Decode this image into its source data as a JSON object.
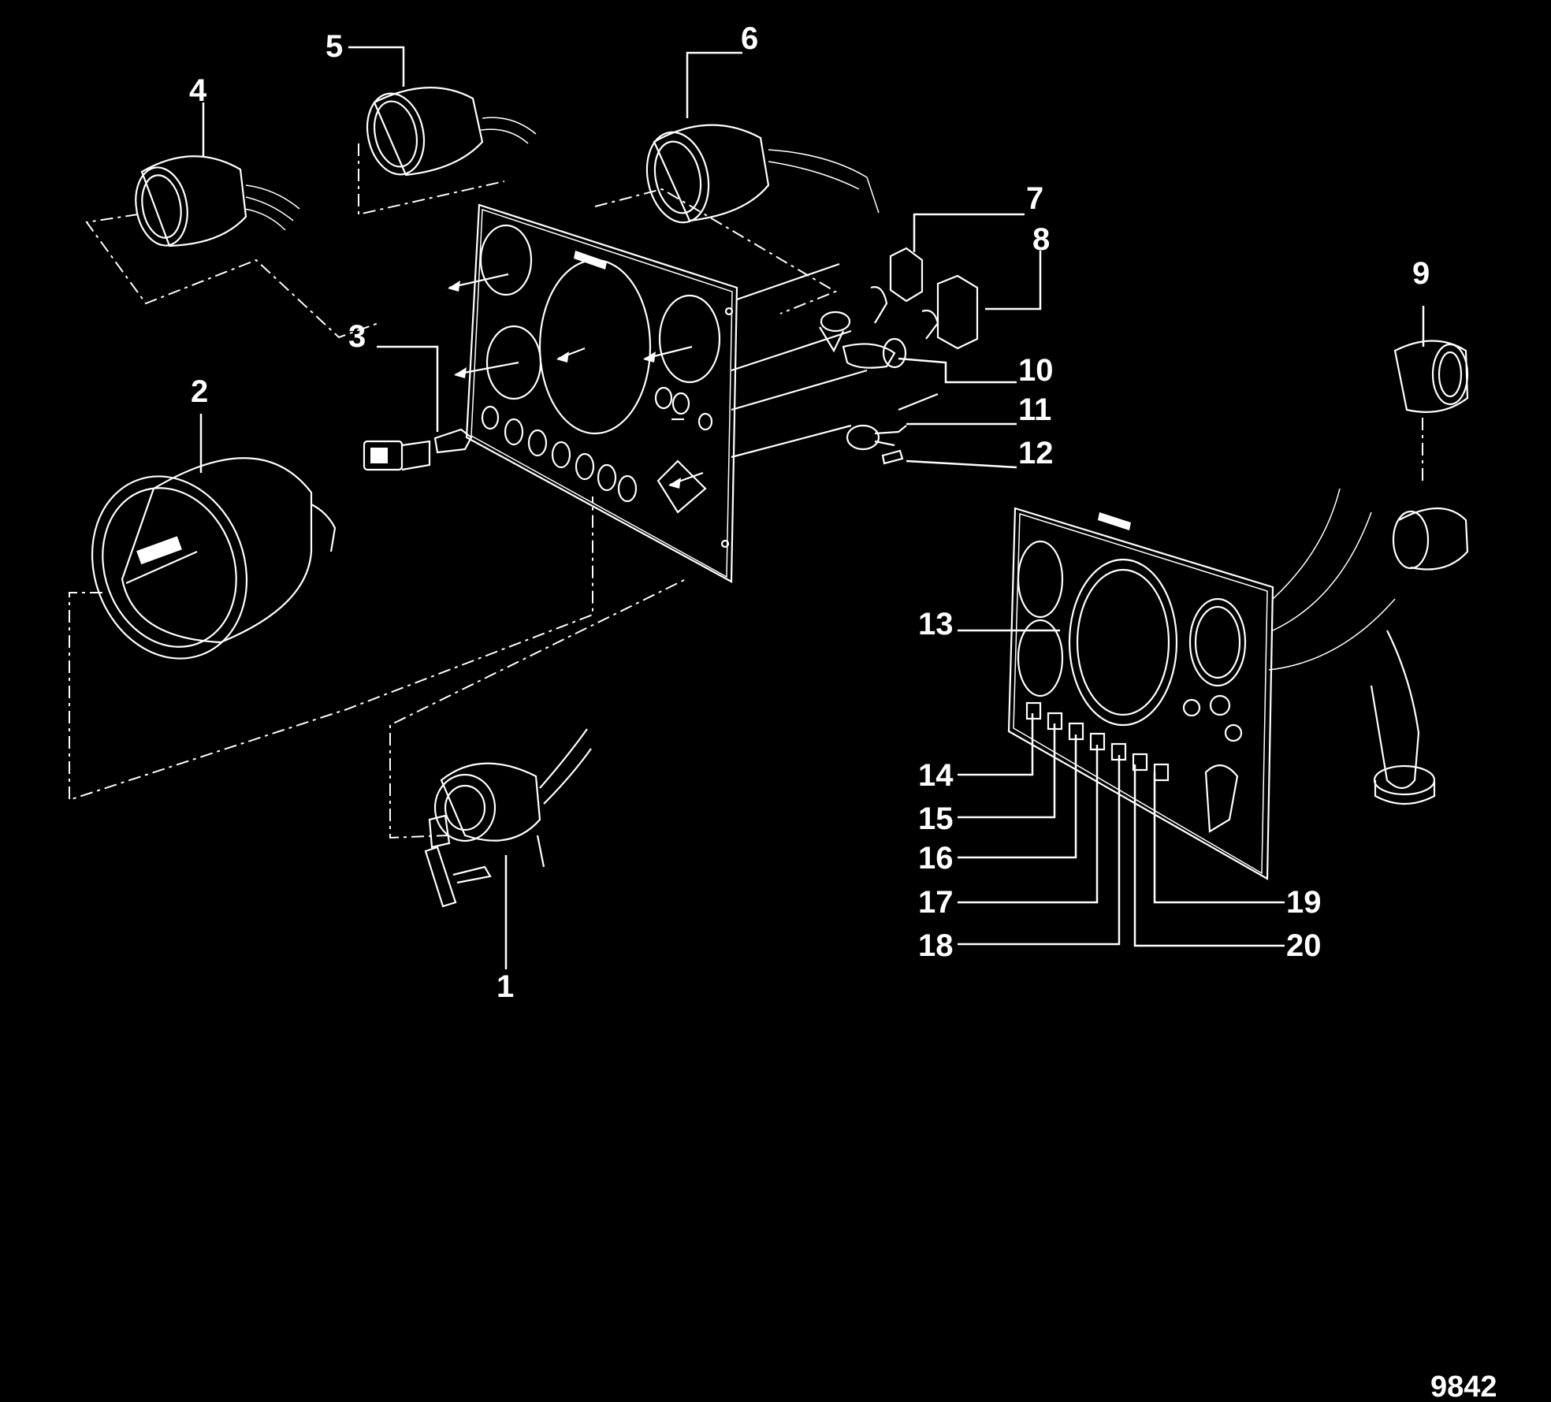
{
  "figure": {
    "id": "9842"
  },
  "callouts": [
    {
      "id": "1",
      "label": "1"
    },
    {
      "id": "2",
      "label": "2"
    },
    {
      "id": "3",
      "label": "3"
    },
    {
      "id": "4",
      "label": "4"
    },
    {
      "id": "5",
      "label": "5"
    },
    {
      "id": "6",
      "label": "6"
    },
    {
      "id": "7",
      "label": "7"
    },
    {
      "id": "8",
      "label": "8"
    },
    {
      "id": "9",
      "label": "9"
    },
    {
      "id": "10",
      "label": "10"
    },
    {
      "id": "11",
      "label": "11"
    },
    {
      "id": "12",
      "label": "12"
    },
    {
      "id": "13",
      "label": "13"
    },
    {
      "id": "14",
      "label": "14"
    },
    {
      "id": "15",
      "label": "15"
    },
    {
      "id": "16",
      "label": "16"
    },
    {
      "id": "17",
      "label": "17"
    },
    {
      "id": "18",
      "label": "18"
    },
    {
      "id": "19",
      "label": "19"
    },
    {
      "id": "20",
      "label": "20"
    }
  ],
  "colors": {
    "background": "#000000",
    "line": "#ffffff"
  }
}
